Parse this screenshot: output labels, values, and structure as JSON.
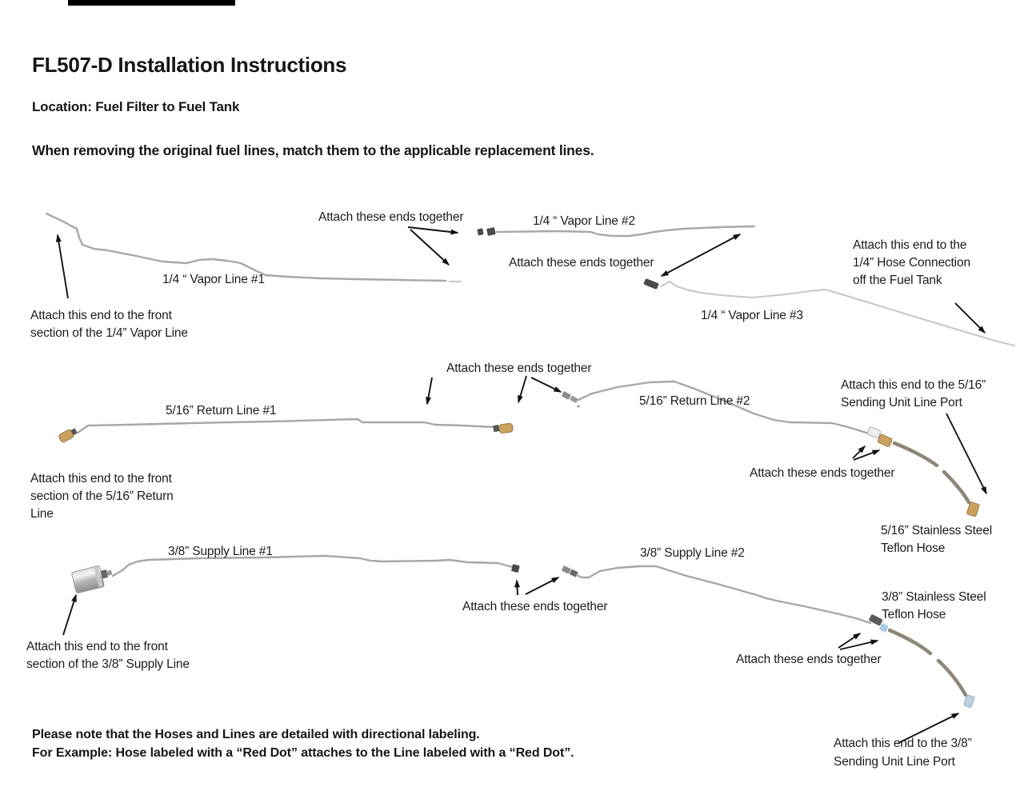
{
  "header": {
    "title": "FL507-D Installation Instructions",
    "location_line": "Location: Fuel Filter to Fuel Tank",
    "intro_line": "When removing the original fuel lines, match them to the applicable replacement lines."
  },
  "footer": {
    "note_line1": "Please note that the Hoses and Lines are detailed with directional labeling.",
    "note_line2": "For Example: Hose labeled with a “Red Dot” attaches to the Line labeled with a “Red Dot”."
  },
  "attach_together": "Attach these ends together",
  "rows": {
    "vapor": {
      "line1": "1/4 “ Vapor Line #1",
      "line2": "1/4 “ Vapor Line #2",
      "line3": "1/4 “ Vapor Line #3",
      "front_note": [
        "Attach this end  to the front",
        "section of the 1/4” Vapor Line"
      ],
      "tank_note": [
        "Attach this end to the",
        "1/4” Hose Connection",
        "off the Fuel Tank"
      ]
    },
    "return": {
      "line1": "5/16” Return Line #1",
      "line2": "5/16” Return Line #2",
      "hose_label": [
        "5/16” Stainless Steel",
        "Teflon Hose"
      ],
      "front_note": [
        "Attach this end to the front",
        "section of the 5/16” Return",
        "Line"
      ],
      "port_note": [
        "Attach this end to the 5/16”",
        "Sending Unit Line Port"
      ]
    },
    "supply": {
      "line1": "3/8” Supply Line #1",
      "line2": "3/8” Supply Line #2",
      "hose_label": [
        "3/8” Stainless Steel",
        "Teflon Hose"
      ],
      "front_note": [
        "Attach this end to the front",
        "section of the 3/8” Supply Line"
      ],
      "port_note": [
        "Attach this end to the 3/8”",
        "Sending Unit Line Port"
      ]
    }
  },
  "colors": {
    "line_gray": "#a7a7a7",
    "light_line_gray": "#c6c6c6",
    "hose_olive": "#8d8779",
    "brass_fitting": "#c9a15f",
    "blue_band": "#a9cbe4",
    "arrow_black": "#111111"
  }
}
